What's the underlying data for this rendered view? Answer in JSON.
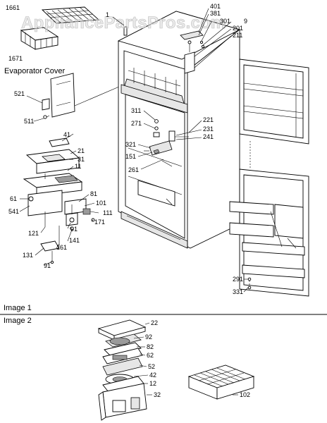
{
  "watermark": "AppliancePartsPros.com",
  "sections": {
    "image1_label": "Image 1",
    "image2_label": "Image 2"
  },
  "evaporator_cover_label": "Evaporator Cover",
  "part_labels": [
    {
      "id": "p1661",
      "text": "1661"
    },
    {
      "id": "p1",
      "text": "1"
    },
    {
      "id": "p1671",
      "text": "1671"
    },
    {
      "id": "p401",
      "text": "401"
    },
    {
      "id": "p381",
      "text": "381"
    },
    {
      "id": "p301",
      "text": "301"
    },
    {
      "id": "p9",
      "text": "9"
    },
    {
      "id": "p201",
      "text": "201"
    },
    {
      "id": "p211",
      "text": "211"
    },
    {
      "id": "p521",
      "text": "521"
    },
    {
      "id": "p511",
      "text": "511"
    },
    {
      "id": "p311",
      "text": "311"
    },
    {
      "id": "p271",
      "text": "271"
    },
    {
      "id": "p221",
      "text": "221"
    },
    {
      "id": "p231",
      "text": "231"
    },
    {
      "id": "p241",
      "text": "241"
    },
    {
      "id": "p321",
      "text": "321"
    },
    {
      "id": "p151",
      "text": "151"
    },
    {
      "id": "p261",
      "text": "261"
    },
    {
      "id": "p41",
      "text": "41"
    },
    {
      "id": "p21",
      "text": "21"
    },
    {
      "id": "p31",
      "text": "31"
    },
    {
      "id": "p11",
      "text": "11"
    },
    {
      "id": "p61",
      "text": "61"
    },
    {
      "id": "p541",
      "text": "541"
    },
    {
      "id": "p81",
      "text": "81"
    },
    {
      "id": "p101",
      "text": "101"
    },
    {
      "id": "p111",
      "text": "111"
    },
    {
      "id": "p171",
      "text": "171"
    },
    {
      "id": "p91a",
      "text": "91"
    },
    {
      "id": "p121",
      "text": "121"
    },
    {
      "id": "p141",
      "text": "141"
    },
    {
      "id": "p161",
      "text": "161"
    },
    {
      "id": "p131",
      "text": "131"
    },
    {
      "id": "p91b",
      "text": "91"
    },
    {
      "id": "p291",
      "text": "291"
    },
    {
      "id": "p331",
      "text": "331"
    },
    {
      "id": "p22",
      "text": "22"
    },
    {
      "id": "p92",
      "text": "92"
    },
    {
      "id": "p82",
      "text": "82"
    },
    {
      "id": "p62",
      "text": "62"
    },
    {
      "id": "p52",
      "text": "52"
    },
    {
      "id": "p42",
      "text": "42"
    },
    {
      "id": "p12",
      "text": "12"
    },
    {
      "id": "p32",
      "text": "32"
    },
    {
      "id": "p102",
      "text": "102"
    }
  ]
}
